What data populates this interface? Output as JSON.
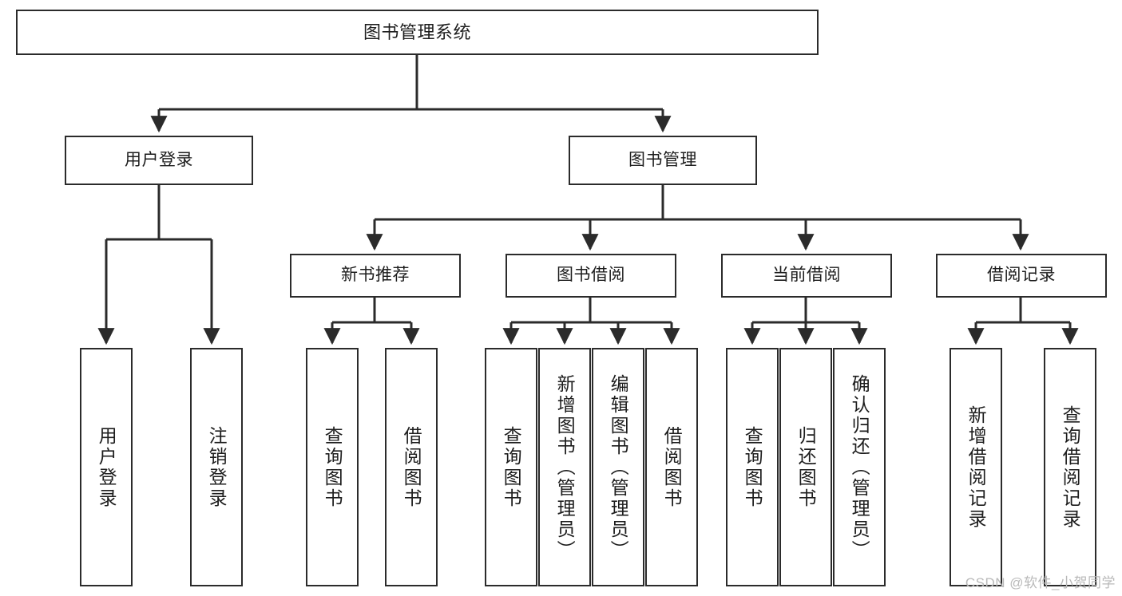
{
  "diagram": {
    "title": "图书管理系统",
    "type": "tree",
    "colors": {
      "box_border": "#2b2b2b",
      "box_fill": "#ffffff",
      "text": "#1d1d1d",
      "edge": "#2b2b2b",
      "watermark": "#b9b9b9",
      "background": "#ffffff"
    },
    "watermark": "CSDN @软件_小贺同学",
    "levels": {
      "root": {
        "label": "图书管理系统"
      },
      "level2": [
        {
          "id": "user-login",
          "label": "用户登录"
        },
        {
          "id": "book-manage",
          "label": "图书管理"
        }
      ],
      "level3": [
        {
          "id": "new-book-rec",
          "label": "新书推荐"
        },
        {
          "id": "book-borrow",
          "label": "图书借阅"
        },
        {
          "id": "current-borrow",
          "label": "当前借阅"
        },
        {
          "id": "borrow-record",
          "label": "借阅记录"
        }
      ],
      "leaves": [
        {
          "id": "leaf-user-login",
          "label": "用户登录",
          "parent": "user-login"
        },
        {
          "id": "leaf-logout",
          "label": "注销登录",
          "parent": "user-login"
        },
        {
          "id": "leaf-query-book-1",
          "label": "查询图书",
          "parent": "new-book-rec"
        },
        {
          "id": "leaf-borrow-book-1",
          "label": "借阅图书",
          "parent": "new-book-rec"
        },
        {
          "id": "leaf-query-book-2",
          "label": "查询图书",
          "parent": "book-borrow"
        },
        {
          "id": "leaf-add-book",
          "label": "新增图书（管理员）",
          "parent": "book-borrow"
        },
        {
          "id": "leaf-edit-book",
          "label": "编辑图书（管理员）",
          "parent": "book-borrow"
        },
        {
          "id": "leaf-borrow-book-2",
          "label": "借阅图书",
          "parent": "book-borrow"
        },
        {
          "id": "leaf-query-book-3",
          "label": "查询图书",
          "parent": "current-borrow"
        },
        {
          "id": "leaf-return-book",
          "label": "归还图书",
          "parent": "current-borrow"
        },
        {
          "id": "leaf-confirm-return",
          "label": "确认归还（管理员）",
          "parent": "current-borrow"
        },
        {
          "id": "leaf-add-record",
          "label": "新增借阅记录",
          "parent": "borrow-record"
        },
        {
          "id": "leaf-query-record",
          "label": "查询借阅记录",
          "parent": "borrow-record"
        }
      ]
    }
  }
}
